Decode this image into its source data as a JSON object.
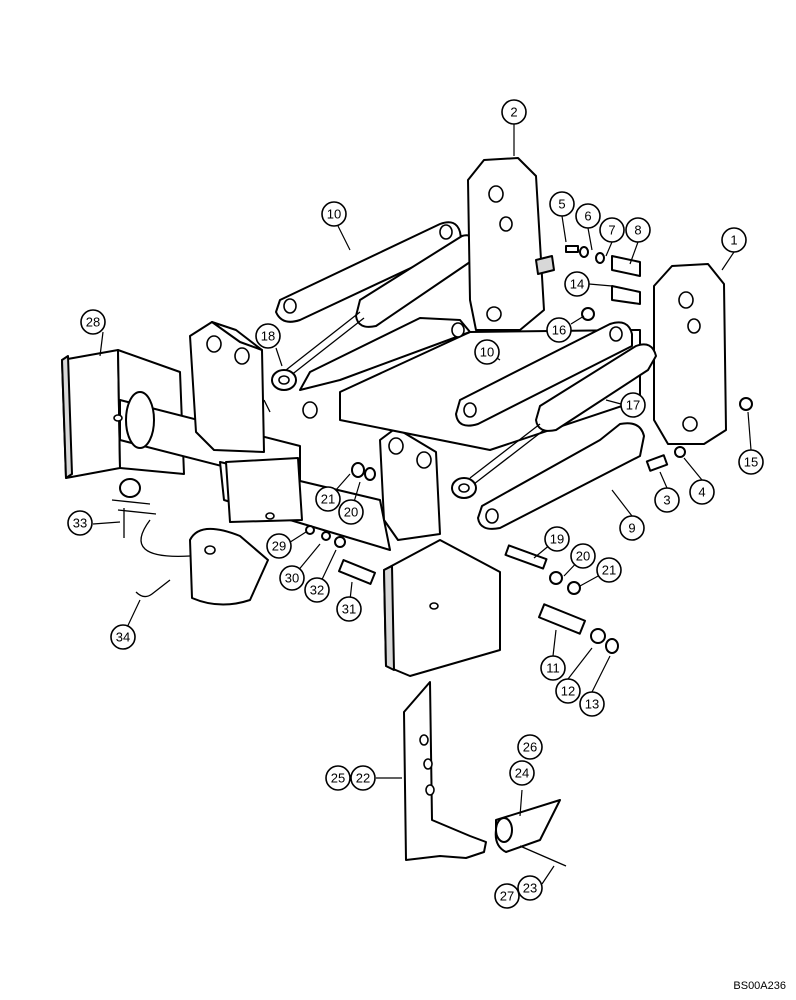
{
  "reference_code": "BS00A236",
  "callouts": [
    {
      "label": "1"
    },
    {
      "label": "2"
    },
    {
      "label": "3"
    },
    {
      "label": "4"
    },
    {
      "label": "5"
    },
    {
      "label": "6"
    },
    {
      "label": "7"
    },
    {
      "label": "8"
    },
    {
      "label": "9"
    },
    {
      "label": "10"
    },
    {
      "label": "10"
    },
    {
      "label": "11"
    },
    {
      "label": "12"
    },
    {
      "label": "13"
    },
    {
      "label": "14"
    },
    {
      "label": "15"
    },
    {
      "label": "16"
    },
    {
      "label": "17"
    },
    {
      "label": "18"
    },
    {
      "label": "19"
    },
    {
      "label": "20"
    },
    {
      "label": "20"
    },
    {
      "label": "21"
    },
    {
      "label": "21"
    },
    {
      "label": "22"
    },
    {
      "label": "23"
    },
    {
      "label": "24"
    },
    {
      "label": "25"
    },
    {
      "label": "26"
    },
    {
      "label": "27"
    },
    {
      "label": "28"
    },
    {
      "label": "29"
    },
    {
      "label": "30"
    },
    {
      "label": "31"
    },
    {
      "label": "32"
    },
    {
      "label": "33"
    },
    {
      "label": "34"
    }
  ]
}
